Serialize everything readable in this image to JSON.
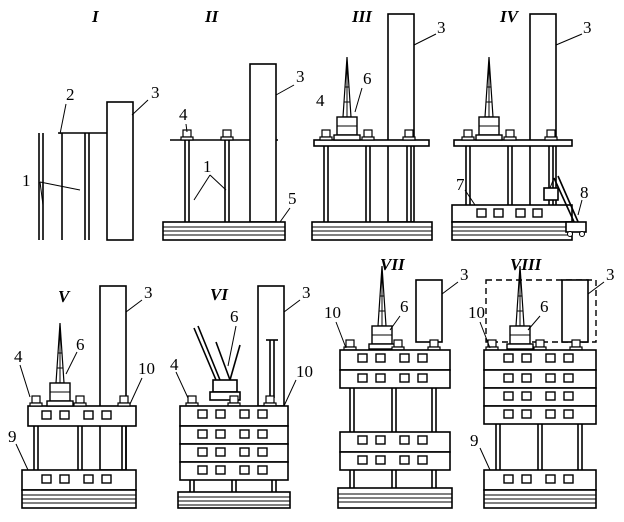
{
  "stages": [
    "I",
    "II",
    "III",
    "IV",
    "V",
    "VI",
    "VII",
    "VIII"
  ],
  "labels": {
    "n1": "1",
    "n2": "2",
    "n3": "3",
    "n4": "4",
    "n5": "5",
    "n6": "6",
    "n7": "7",
    "n8": "8",
    "n9": "9",
    "n10": "10"
  },
  "colors": {
    "line": "#000000",
    "background": "#ffffff"
  }
}
